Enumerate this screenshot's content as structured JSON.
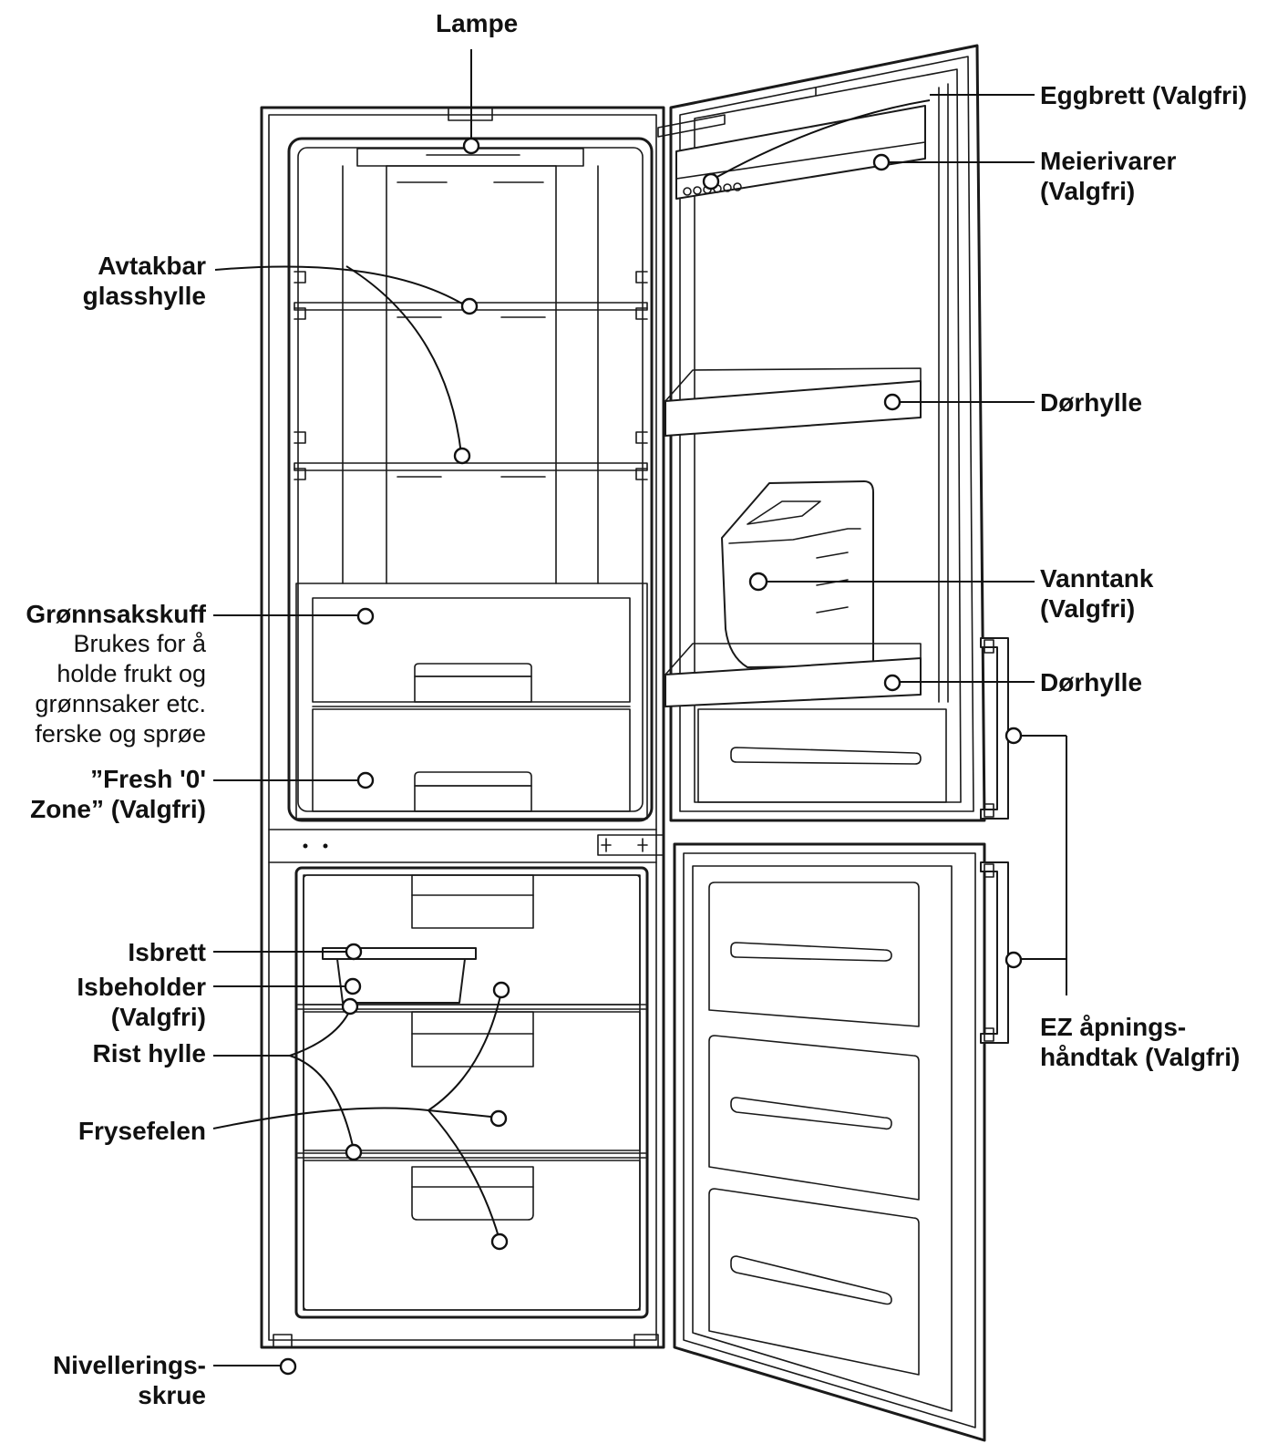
{
  "labels": {
    "lamp": "Lampe",
    "egg_tray": "Eggbrett (Valgfri)",
    "dairy_1": "Meierivarer",
    "dairy_2": "(Valgfri)",
    "glass_shelf_1": "Avtakbar",
    "glass_shelf_2": "glasshylle",
    "door_shelf_top": "Dørhylle",
    "water_tank_1": "Vanntank",
    "water_tank_2": "(Valgfri)",
    "door_shelf_bottom": "Dørhylle",
    "crisper": "Grønnsakskuff",
    "crisper_desc_1": "Brukes for å",
    "crisper_desc_2": "holde frukt og",
    "crisper_desc_3": "grønnsaker etc.",
    "crisper_desc_4": "ferske og sprøe",
    "fresh_zone_1": "”Fresh '0'",
    "fresh_zone_2": "Zone” (Valgfri)",
    "ice_tray": "Isbrett",
    "ice_bin_1": "Isbeholder",
    "ice_bin_2": "(Valgfri)",
    "wire_shelf": "Rist hylle",
    "freezer_drawer": "Frysefelen",
    "ez_handle_1": "EZ åpnings-",
    "ez_handle_2": "håndtak (Valgfri)",
    "leveling_1": "Nivellerings-",
    "leveling_2": "skrue"
  }
}
